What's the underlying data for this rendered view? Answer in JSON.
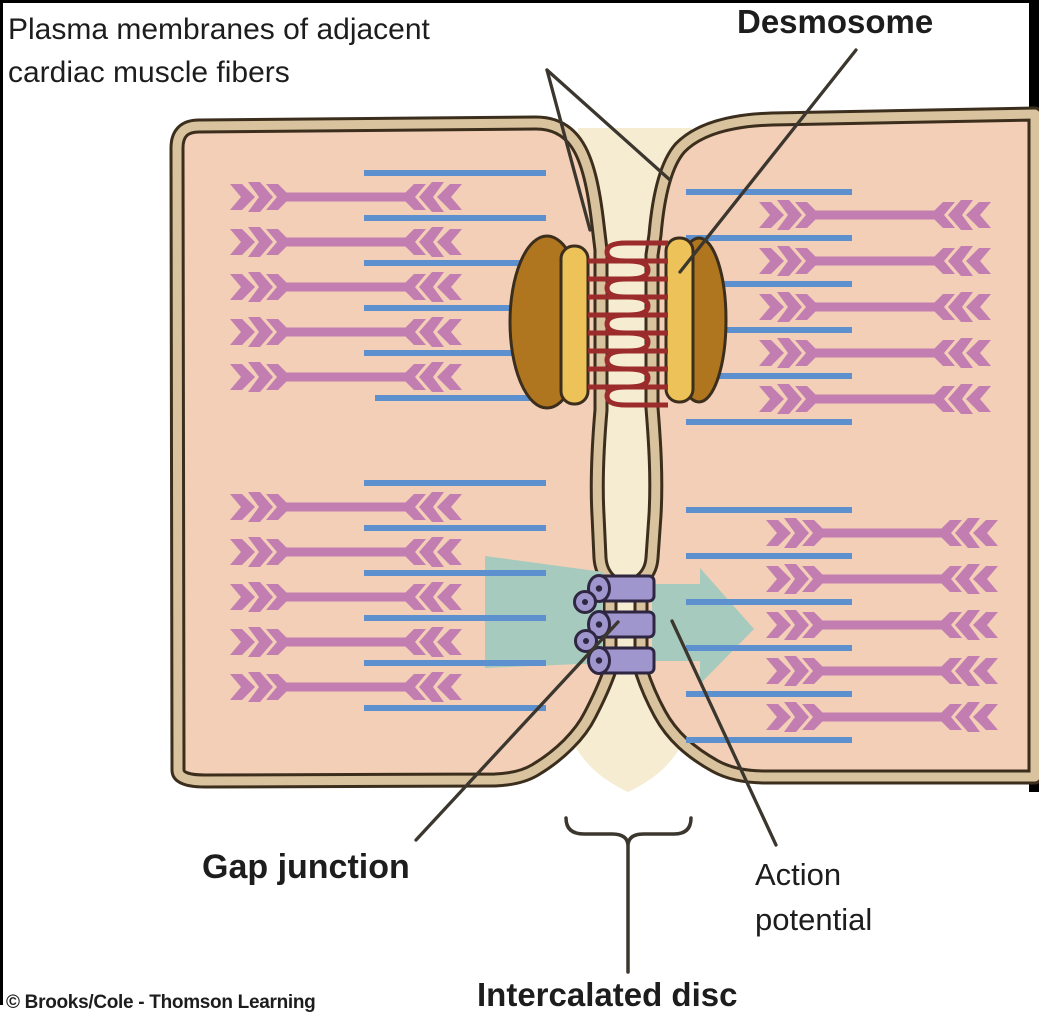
{
  "diagram": {
    "labels": {
      "plasma_membranes_line1": "Plasma membranes of adjacent",
      "plasma_membranes_line2": "cardiac muscle fibers",
      "desmosome": "Desmosome",
      "gap_junction": "Gap junction",
      "action_potential_line1": "Action",
      "action_potential_line2": "potential",
      "intercalated_disc": "Intercalated disc",
      "credit": "© Brooks/Cole - Thomson Learning"
    },
    "colors": {
      "background": "#ffffff",
      "cell_fill": "#f3cfb7",
      "membrane_tan": "#d9c29e",
      "membrane_outline": "#3c2e1d",
      "intercalated_space_cream": "#f6ecd2",
      "myofibril_purple": "#c37eb1",
      "filament_blue": "#5c90cf",
      "desmosome_oval_brown": "#b0761f",
      "desmosome_plaque_gold": "#edc359",
      "desmosome_filament_red": "#9c2b2b",
      "connexon_lavender": "#a096ce",
      "connexon_outline": "#2f2642",
      "action_potential_arrow_teal": "#a6cabd",
      "pointer_line": "#3b362e",
      "label_text": "#1d1d1d",
      "frame_black": "#000000"
    }
  }
}
